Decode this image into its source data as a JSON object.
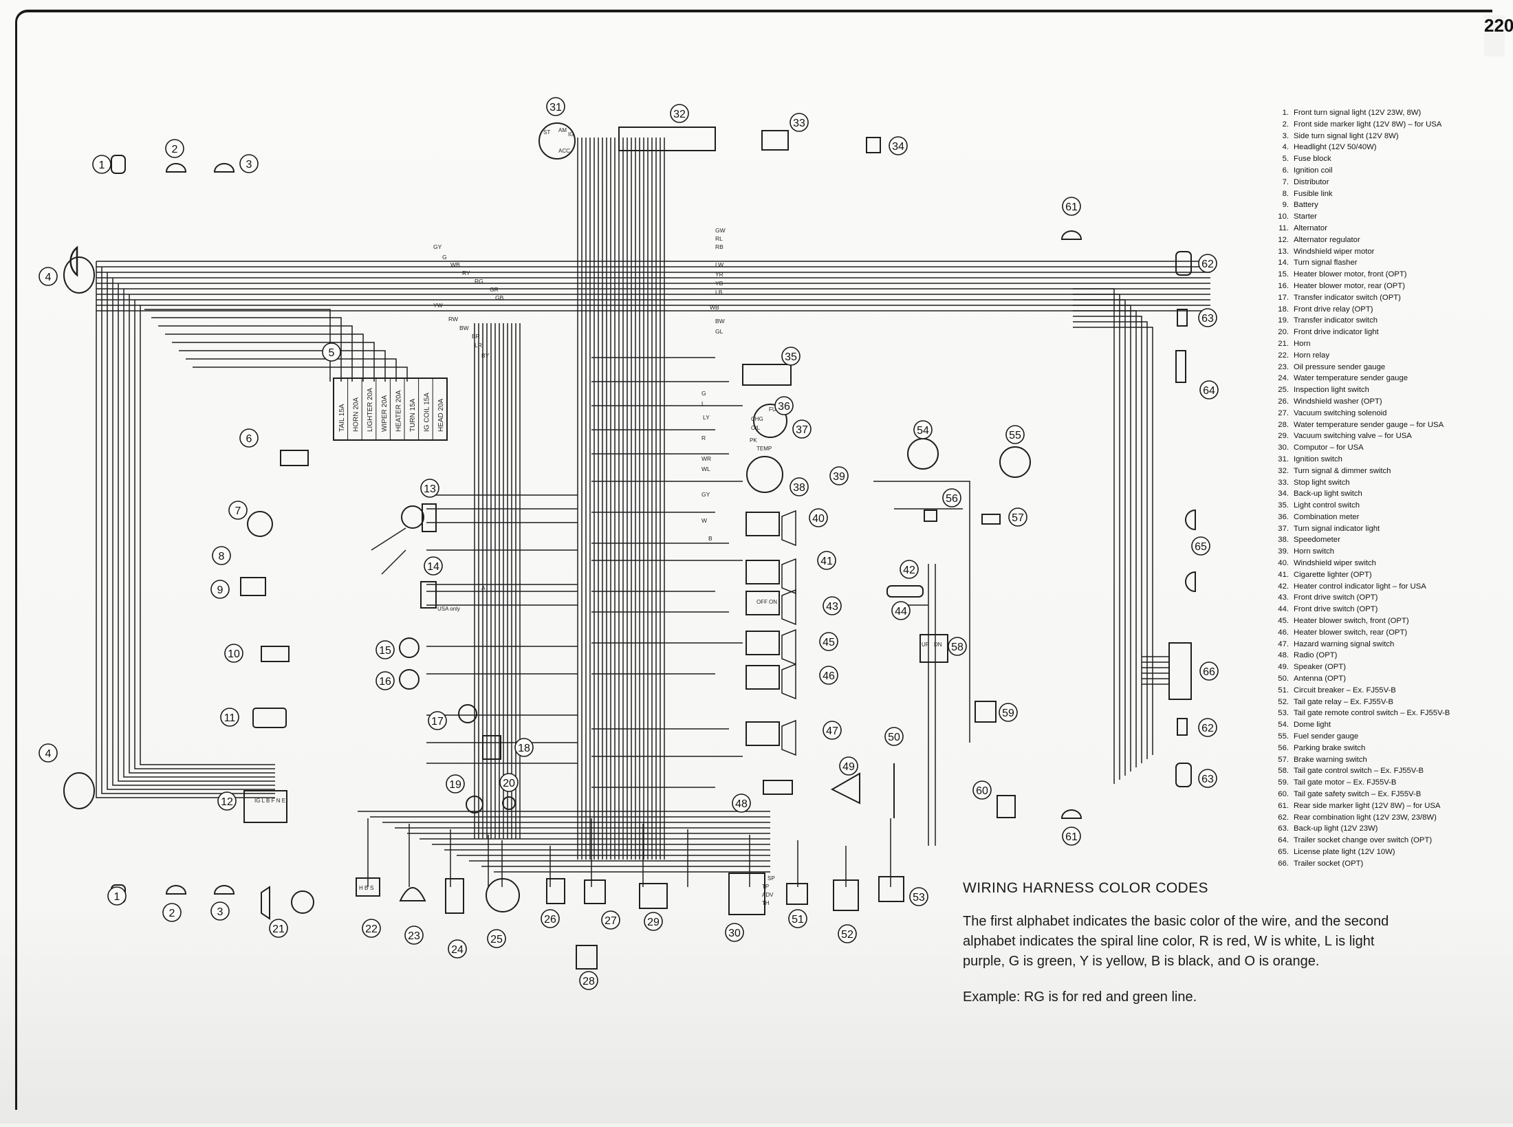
{
  "page_number": "220",
  "legend": [
    {
      "num": "1.",
      "text": "Front turn signal light (12V 23W, 8W)"
    },
    {
      "num": "2.",
      "text": "Front side marker light (12V 8W) – for USA"
    },
    {
      "num": "3.",
      "text": "Side turn signal light (12V 8W)"
    },
    {
      "num": "4.",
      "text": "Headlight (12V 50/40W)"
    },
    {
      "num": "5.",
      "text": "Fuse block"
    },
    {
      "num": "6.",
      "text": "Ignition coil"
    },
    {
      "num": "7.",
      "text": "Distributor"
    },
    {
      "num": "8.",
      "text": "Fusible link"
    },
    {
      "num": "9.",
      "text": "Battery"
    },
    {
      "num": "10.",
      "text": "Starter"
    },
    {
      "num": "11.",
      "text": "Alternator"
    },
    {
      "num": "12.",
      "text": "Alternator regulator"
    },
    {
      "num": "13.",
      "text": "Windshield wiper motor"
    },
    {
      "num": "14.",
      "text": "Turn signal flasher"
    },
    {
      "num": "15.",
      "text": "Heater blower motor, front (OPT)"
    },
    {
      "num": "16.",
      "text": "Heater blower motor, rear (OPT)"
    },
    {
      "num": "17.",
      "text": "Transfer indicator switch (OPT)"
    },
    {
      "num": "18.",
      "text": "Front drive relay (OPT)"
    },
    {
      "num": "19.",
      "text": "Transfer indicator switch"
    },
    {
      "num": "20.",
      "text": "Front drive indicator light"
    },
    {
      "num": "21.",
      "text": "Horn"
    },
    {
      "num": "22.",
      "text": "Horn relay"
    },
    {
      "num": "23.",
      "text": "Oil pressure sender gauge"
    },
    {
      "num": "24.",
      "text": "Water temperature sender gauge"
    },
    {
      "num": "25.",
      "text": "Inspection light switch"
    },
    {
      "num": "26.",
      "text": "Windshield washer (OPT)"
    },
    {
      "num": "27.",
      "text": "Vacuum switching solenoid"
    },
    {
      "num": "28.",
      "text": "Water temperature sender gauge – for USA"
    },
    {
      "num": "29.",
      "text": "Vacuum switching valve – for USA"
    },
    {
      "num": "30.",
      "text": "Computor – for USA"
    },
    {
      "num": "31.",
      "text": "Ignition switch"
    },
    {
      "num": "32.",
      "text": "Turn signal & dimmer switch"
    },
    {
      "num": "33.",
      "text": "Stop light switch"
    },
    {
      "num": "34.",
      "text": "Back-up light switch"
    },
    {
      "num": "35.",
      "text": "Light control switch"
    },
    {
      "num": "36.",
      "text": "Combination meter"
    },
    {
      "num": "37.",
      "text": "Turn signal indicator light"
    },
    {
      "num": "38.",
      "text": "Speedometer"
    },
    {
      "num": "39.",
      "text": "Horn switch"
    },
    {
      "num": "40.",
      "text": "Windshield wiper switch"
    },
    {
      "num": "41.",
      "text": "Cigarette lighter (OPT)"
    },
    {
      "num": "42.",
      "text": "Heater control indicator light – for USA"
    },
    {
      "num": "43.",
      "text": "Front drive switch (OPT)"
    },
    {
      "num": "44.",
      "text": "Front drive switch (OPT)"
    },
    {
      "num": "45.",
      "text": "Heater blower switch, front (OPT)"
    },
    {
      "num": "46.",
      "text": "Heater blower switch, rear (OPT)"
    },
    {
      "num": "47.",
      "text": "Hazard warning signal switch"
    },
    {
      "num": "48.",
      "text": "Radio (OPT)"
    },
    {
      "num": "49.",
      "text": "Speaker (OPT)"
    },
    {
      "num": "50.",
      "text": "Antenna (OPT)"
    },
    {
      "num": "51.",
      "text": "Circuit breaker – Ex. FJ55V-B"
    },
    {
      "num": "52.",
      "text": "Tail gate relay – Ex. FJ55V-B"
    },
    {
      "num": "53.",
      "text": "Tail gate remote control switch – Ex. FJ55V-B"
    },
    {
      "num": "54.",
      "text": "Dome light"
    },
    {
      "num": "55.",
      "text": "Fuel sender gauge"
    },
    {
      "num": "56.",
      "text": "Parking brake switch"
    },
    {
      "num": "57.",
      "text": "Brake warning switch"
    },
    {
      "num": "58.",
      "text": "Tail gate control switch – Ex. FJ55V-B"
    },
    {
      "num": "59.",
      "text": "Tail gate motor – Ex. FJ55V-B"
    },
    {
      "num": "60.",
      "text": "Tail gate safety switch – Ex. FJ55V-B"
    },
    {
      "num": "61.",
      "text": "Rear side marker light (12V 8W) – for USA"
    },
    {
      "num": "62.",
      "text": "Rear combination light (12V 23W, 23/8W)"
    },
    {
      "num": "63.",
      "text": "Back-up light (12V 23W)"
    },
    {
      "num": "64.",
      "text": "Trailer socket change over switch (OPT)"
    },
    {
      "num": "65.",
      "text": "License plate light (12V 10W)"
    },
    {
      "num": "66.",
      "text": "Trailer socket (OPT)"
    }
  ],
  "color_codes": {
    "title": "WIRING HARNESS COLOR CODES",
    "body": "The first alphabet indicates the basic color of the wire, and the second alphabet indicates the spiral line color, R is red, W is white, L is light purple, G is green, Y is yellow, B is black, and O is orange.",
    "example": "Example: RG is for red and green line."
  },
  "diagram": {
    "components": [
      {
        "id": "1"
      },
      {
        "id": "2"
      },
      {
        "id": "3"
      },
      {
        "id": "4"
      },
      {
        "id": "5"
      },
      {
        "id": "6"
      },
      {
        "id": "7"
      },
      {
        "id": "8"
      },
      {
        "id": "9"
      },
      {
        "id": "10"
      },
      {
        "id": "11"
      },
      {
        "id": "12"
      },
      {
        "id": "13"
      },
      {
        "id": "14"
      },
      {
        "id": "15"
      },
      {
        "id": "16"
      },
      {
        "id": "17"
      },
      {
        "id": "18"
      },
      {
        "id": "19"
      },
      {
        "id": "20"
      },
      {
        "id": "31"
      },
      {
        "id": "32"
      },
      {
        "id": "33"
      },
      {
        "id": "34"
      },
      {
        "id": "35"
      },
      {
        "id": "36"
      },
      {
        "id": "37"
      },
      {
        "id": "38"
      },
      {
        "id": "39"
      },
      {
        "id": "40"
      },
      {
        "id": "41"
      },
      {
        "id": "42"
      },
      {
        "id": "43"
      },
      {
        "id": "44"
      },
      {
        "id": "45"
      },
      {
        "id": "46"
      },
      {
        "id": "47"
      },
      {
        "id": "48"
      },
      {
        "id": "49"
      },
      {
        "id": "50"
      },
      {
        "id": "54"
      },
      {
        "id": "55"
      },
      {
        "id": "56"
      },
      {
        "id": "57"
      },
      {
        "id": "58"
      },
      {
        "id": "59"
      },
      {
        "id": "60"
      },
      {
        "id": "61"
      },
      {
        "id": "62"
      },
      {
        "id": "63"
      },
      {
        "id": "64"
      },
      {
        "id": "65"
      },
      {
        "id": "66"
      },
      {
        "id": "1"
      },
      {
        "id": "2"
      },
      {
        "id": "3"
      },
      {
        "id": "4"
      },
      {
        "id": "21"
      },
      {
        "id": "22"
      },
      {
        "id": "23"
      },
      {
        "id": "24"
      },
      {
        "id": "25"
      },
      {
        "id": "26"
      },
      {
        "id": "27"
      },
      {
        "id": "28"
      },
      {
        "id": "29"
      },
      {
        "id": "30"
      },
      {
        "id": "51"
      },
      {
        "id": "52"
      },
      {
        "id": "53"
      },
      {
        "id": "61"
      },
      {
        "id": "62"
      },
      {
        "id": "63"
      }
    ],
    "wire_labels": [
      "GY",
      "G",
      "WB",
      "RY",
      "RG",
      "GR",
      "GB",
      "YW",
      "RW",
      "BW",
      "BR",
      "LR",
      "BY",
      "GW",
      "RL",
      "RB",
      "LW",
      "YR",
      "YB",
      "LB",
      "WB",
      "BW",
      "GL",
      "G",
      "L",
      "LY",
      "R",
      "WR",
      "WL",
      "GY",
      "W",
      "B",
      "A"
    ],
    "fuse_labels": [
      "TAIL 15A",
      "HORN 20A",
      "LIGHTER 20A",
      "WIPER 20A",
      "HEATER 20A",
      "TURN 15A",
      "IG COIL 15A",
      "HEAD 20A"
    ],
    "terminal_labels": [
      "ST",
      "AM",
      "IG",
      "ACC",
      "FUEL",
      "CHG",
      "OIL",
      "TEMP",
      "PK",
      "USA only",
      "UP",
      "DN",
      "H",
      "B",
      "S",
      "SP",
      "TP",
      "ADV",
      "TH",
      "IG L B F N E",
      "OFF",
      "ON"
    ]
  }
}
